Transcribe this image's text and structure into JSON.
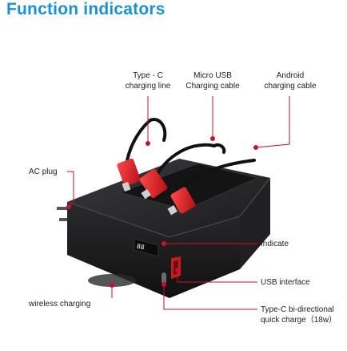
{
  "title": "Function indicators",
  "labels": {
    "type_c_line": [
      "Type - C",
      "charging line"
    ],
    "micro_usb": [
      "Micro USB",
      "Charging cable"
    ],
    "android": [
      "Android",
      "charging cable"
    ],
    "ac_plug": "AC plug",
    "indicate": "Indicate",
    "usb_interface": "USB interface",
    "type_c_bidirectional": [
      "Type-C bi-directional",
      "quick charge（18w）"
    ],
    "wireless_charging": "wireless charging"
  },
  "display_readout": "88",
  "colors": {
    "title": "#1a90d6",
    "leader": "#c8102e",
    "body": "#1c1c1e",
    "connector": "#d8202a"
  }
}
